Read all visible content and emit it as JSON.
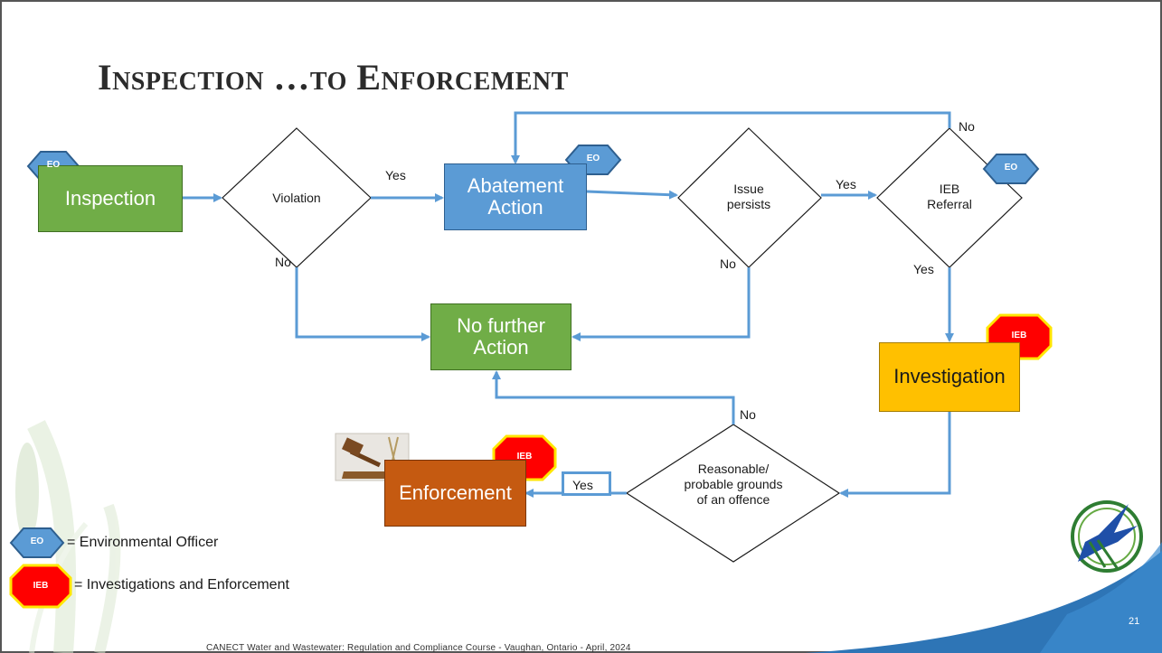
{
  "title": "Inspection …to Enforcement",
  "nodes": {
    "inspection": "Inspection",
    "violation": "Violation",
    "abatement_action": "Abatement Action",
    "issue_persists": "Issue persists",
    "ieb_referral": "IEB Referral",
    "no_further_action": "No further Action",
    "investigation": "Investigation",
    "reasonable_grounds": "Reasonable/ probable grounds of an offence",
    "enforcement": "Enforcement"
  },
  "edge_labels": {
    "violation_yes": "Yes",
    "violation_no": "No",
    "issue_yes": "Yes",
    "issue_no": "No",
    "referral_no": "No",
    "referral_yes": "Yes",
    "grounds_no": "No",
    "grounds_yes": "Yes"
  },
  "badges": {
    "eo": "EO",
    "ieb": "IEB"
  },
  "legend": {
    "eo_text": "= Environmental Officer",
    "ieb_text": "= Investigations and Enforcement"
  },
  "footer": "CANECT Water and Wastewater: Regulation and Compliance Course - Vaughan, Ontario - April, 2024",
  "page_number": "21",
  "colors": {
    "inspection": "#70ad47",
    "abatement": "#5b9bd5",
    "no_further": "#70ad47",
    "investigation": "#ffc000",
    "enforcement": "#c55a11",
    "eo_badge": "#5b9bd5",
    "ieb_badge": "#ff0000",
    "arrow": "#5b9bd5"
  },
  "icons": [
    "gavel-image",
    "bird-logo-icon",
    "cattail-decoration",
    "blue-swoosh-decoration"
  ]
}
